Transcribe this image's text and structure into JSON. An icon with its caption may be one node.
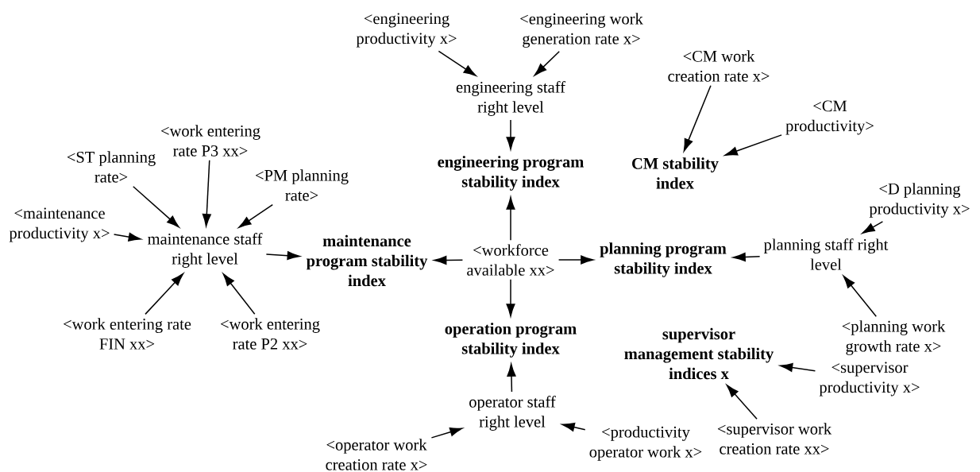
{
  "diagram": {
    "nodes": [
      {
        "text": [
          "<engineering productivity x>"
        ]
      },
      {
        "text": [
          "<engineering work generation rate x>"
        ]
      },
      {
        "text": [
          "engineering staff right level"
        ]
      },
      {
        "text": [
          "engineering program stability index"
        ]
      },
      {
        "text": [
          "<CM work creation rate x>"
        ]
      },
      {
        "text": [
          "<CM productivity>"
        ]
      },
      {
        "text": [
          "CM stability index"
        ]
      },
      {
        "text": [
          "<work entering rate P3 xx>"
        ]
      },
      {
        "text": [
          "<ST planning rate>"
        ]
      },
      {
        "text": [
          "<PM planning rate>"
        ]
      },
      {
        "text": [
          "<maintenance productivity x>"
        ]
      },
      {
        "text": [
          "maintenance staff right level"
        ]
      },
      {
        "text": [
          "maintenance program stability index"
        ]
      },
      {
        "text": [
          "<workforce available xx>"
        ]
      },
      {
        "text": [
          "planning program stability index"
        ]
      },
      {
        "text": [
          "<D planning productivity x>"
        ]
      },
      {
        "text": [
          "planning staff right level"
        ]
      },
      {
        "text": [
          "<planning work growth rate x>"
        ]
      },
      {
        "text": [
          "operation program stability index"
        ]
      },
      {
        "text": [
          "supervisor management stability indices x"
        ]
      },
      {
        "text": [
          "<supervisor productivity x>"
        ]
      },
      {
        "text": [
          "<work entering rate FIN xx>"
        ]
      },
      {
        "text": [
          "<work entering rate P2 xx>"
        ]
      },
      {
        "text": [
          "operator staff right level"
        ]
      },
      {
        "text": [
          "<operator work creation rate x>"
        ]
      },
      {
        "text": [
          "<productivity operator work x>"
        ]
      },
      {
        "text": [
          "<supervisor work creation rate xx>"
        ]
      }
    ],
    "edges": [
      {
        "from": 0,
        "to": 2,
        "arrow": "to"
      },
      {
        "from": 1,
        "to": 2,
        "arrow": "to"
      },
      {
        "from": 2,
        "to": 3,
        "arrow": "to"
      },
      {
        "from": 4,
        "to": 6,
        "arrow": "to"
      },
      {
        "from": 5,
        "to": 6,
        "arrow": "to"
      },
      {
        "from": 7,
        "to": 11,
        "arrow": "to"
      },
      {
        "from": 8,
        "to": 11,
        "arrow": "to"
      },
      {
        "from": 9,
        "to": 11,
        "arrow": "to"
      },
      {
        "from": 10,
        "to": 11,
        "arrow": "to"
      },
      {
        "from": 21,
        "to": 11,
        "arrow": "to"
      },
      {
        "from": 22,
        "to": 11,
        "arrow": "to"
      },
      {
        "from": 11,
        "to": 12,
        "arrow": "to"
      },
      {
        "from": 13,
        "to": 12,
        "arrow": "to"
      },
      {
        "from": 13,
        "to": 3,
        "arrow": "to"
      },
      {
        "from": 13,
        "to": 14,
        "arrow": "to"
      },
      {
        "from": 13,
        "to": 18,
        "arrow": "to"
      },
      {
        "from": 15,
        "to": 16,
        "arrow": "to"
      },
      {
        "from": 16,
        "to": 14,
        "arrow": "to"
      },
      {
        "from": 17,
        "to": 16,
        "arrow": "to"
      },
      {
        "from": 20,
        "to": 19,
        "arrow": "to"
      },
      {
        "from": 26,
        "to": 19,
        "arrow": "to"
      },
      {
        "from": 23,
        "to": 18,
        "arrow": "to"
      },
      {
        "from": 24,
        "to": 23,
        "arrow": "to"
      },
      {
        "from": 25,
        "to": 23,
        "arrow": "to"
      }
    ]
  }
}
